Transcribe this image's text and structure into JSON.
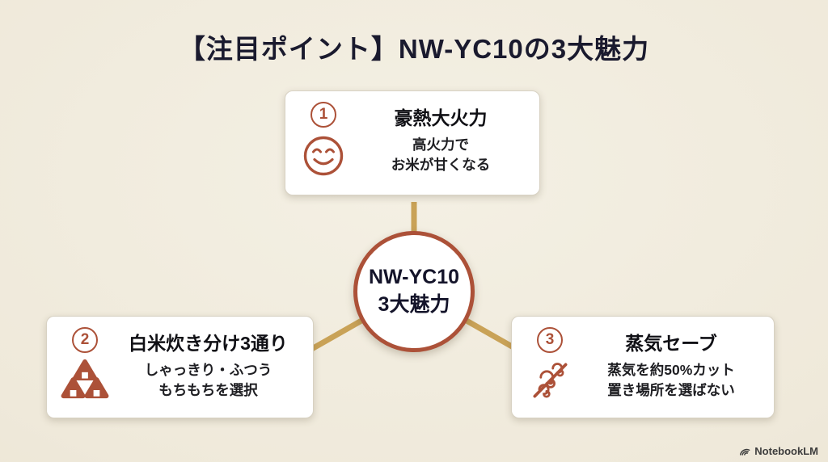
{
  "title": "【注目ポイント】NW-YC10の3大魅力",
  "center": {
    "line1": "NW-YC10",
    "line2": "3大魅力"
  },
  "cards": [
    {
      "number": "1",
      "icon": "smile-icon",
      "title": "豪熱大火力",
      "desc_line1": "高火力で",
      "desc_line2": "お米が甘くなる"
    },
    {
      "number": "2",
      "icon": "onigiri-icon",
      "title": "白米炊き分け3通り",
      "desc_line1": "しゃっきり・ふつう",
      "desc_line2": "もちもちを選択"
    },
    {
      "number": "3",
      "icon": "steam-icon",
      "title": "蒸気セーブ",
      "desc_line1": "蒸気を約50%カット",
      "desc_line2": "置き場所を選ばない"
    }
  ],
  "watermark": {
    "label": "NotebookLM"
  },
  "colors": {
    "accent": "#AC5138",
    "connector": "#C9A257",
    "background": "#EFE9DA",
    "heading_text": "#1A1A2E"
  }
}
